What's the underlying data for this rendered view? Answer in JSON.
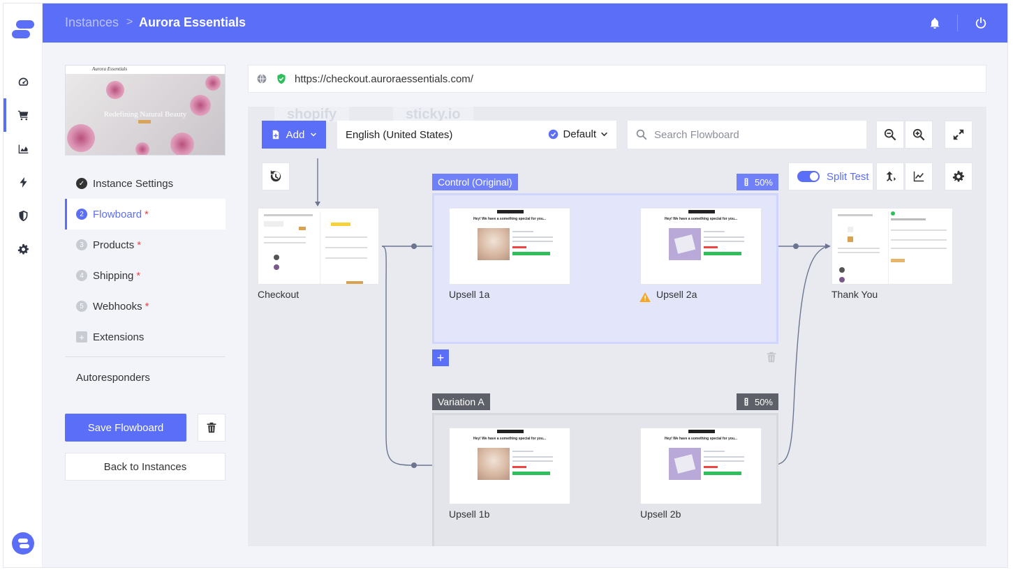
{
  "header": {
    "breadcrumb_root": "Instances",
    "breadcrumb_sep": ">",
    "breadcrumb_current": "Aurora Essentials"
  },
  "preview": {
    "brand": "Aurora Essentials",
    "tagline": "Redefining Natural Beauty"
  },
  "menu": {
    "items": [
      {
        "badge": "✓",
        "label": "Instance Settings",
        "required": ""
      },
      {
        "badge": "2",
        "label": "Flowboard",
        "required": "*"
      },
      {
        "badge": "3",
        "label": "Products",
        "required": "*"
      },
      {
        "badge": "4",
        "label": "Shipping",
        "required": "*"
      },
      {
        "badge": "5",
        "label": "Webhooks",
        "required": "*"
      },
      {
        "badge": "+",
        "label": "Extensions",
        "required": ""
      }
    ],
    "autoresponders": "Autoresponders",
    "save_label": "Save Flowboard",
    "back_label": "Back to Instances"
  },
  "urlbar": {
    "url": "https://checkout.auroraessentials.com/"
  },
  "toolbar": {
    "watermark_1": "shopify",
    "watermark_2": "sticky.io",
    "add_label": "Add",
    "language": "English (United States)",
    "default_label": "Default",
    "search_placeholder": "Search Flowboard",
    "split_test_label": "Split Test"
  },
  "groups": {
    "control": {
      "label": "Control (Original)",
      "percent": "50%"
    },
    "variation": {
      "label": "Variation A",
      "percent": "50%"
    }
  },
  "nodes": {
    "checkout": "Checkout",
    "upsell_1a": "Upsell 1a",
    "upsell_2a": "Upsell 2a",
    "thank_you": "Thank You",
    "upsell_1b": "Upsell 1b",
    "upsell_2b": "Upsell 2b"
  },
  "mini_page": {
    "headline": "Hey! We have a something special for you..."
  },
  "colors": {
    "brand": "#5b6ef7",
    "control_group": "#e3e6fb",
    "variation_group": "#e4e5ea",
    "warning": "#f5a623",
    "success": "#2fbe5c"
  }
}
